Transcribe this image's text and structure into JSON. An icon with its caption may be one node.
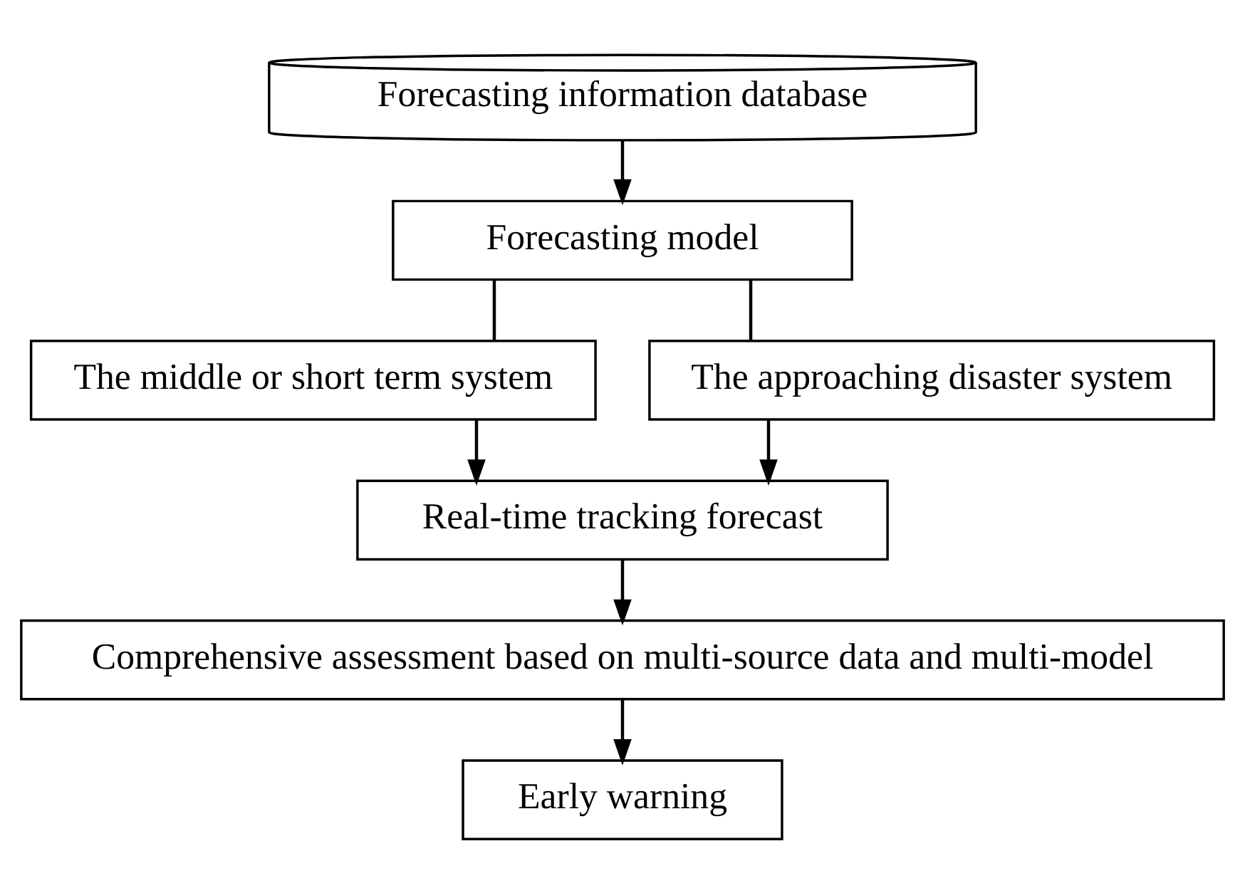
{
  "diagram": {
    "nodes": [
      {
        "text": [
          "Forecasting information database"
        ]
      },
      {
        "text": [
          "Forecasting model"
        ]
      },
      {
        "text": [
          "The middle or short term system"
        ]
      },
      {
        "text": [
          "The approaching disaster system"
        ]
      },
      {
        "text": [
          "Real-time tracking forecast"
        ]
      },
      {
        "text": [
          "Comprehensive assessment based on multi-source data and multi-model"
        ]
      },
      {
        "text": [
          "Early warning"
        ]
      }
    ],
    "edges": [
      {
        "from": 0,
        "to": 1,
        "arrow": "to"
      },
      {
        "from": 1,
        "to": 2,
        "arrow": "none"
      },
      {
        "from": 1,
        "to": 3,
        "arrow": "none"
      },
      {
        "from": 2,
        "to": 4,
        "arrow": "to"
      },
      {
        "from": 3,
        "to": 4,
        "arrow": "to"
      },
      {
        "from": 4,
        "to": 5,
        "arrow": "to"
      },
      {
        "from": 5,
        "to": 6,
        "arrow": "to"
      }
    ]
  }
}
